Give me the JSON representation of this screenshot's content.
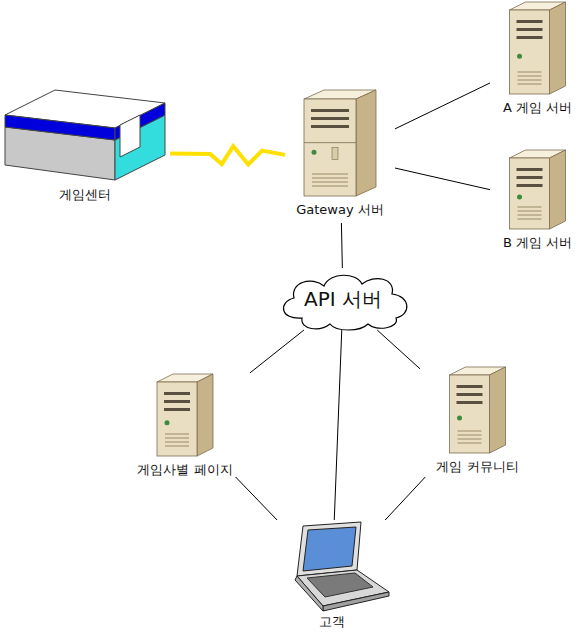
{
  "diagram": {
    "nodes": [
      {
        "text": [
          "게임센터"
        ]
      },
      {
        "text": [
          "Gateway 서버"
        ]
      },
      {
        "text": [
          "A 게임 서버"
        ]
      },
      {
        "text": [
          "B 게임 서버"
        ]
      },
      {
        "text": [
          "API 서버"
        ]
      },
      {
        "text": [
          "게임사별 페이지"
        ]
      },
      {
        "text": [
          "게임 커뮤니티"
        ]
      },
      {
        "text": [
          "고객"
        ]
      }
    ],
    "edges": [
      {
        "from": 0,
        "to": 1,
        "arrow": "none"
      },
      {
        "from": 1,
        "to": 2,
        "arrow": "none"
      },
      {
        "from": 1,
        "to": 3,
        "arrow": "none"
      },
      {
        "from": 1,
        "to": 4,
        "arrow": "none"
      },
      {
        "from": 4,
        "to": 5,
        "arrow": "none"
      },
      {
        "from": 4,
        "to": 6,
        "arrow": "none"
      },
      {
        "from": 4,
        "to": 7,
        "arrow": "none"
      },
      {
        "from": 5,
        "to": 7,
        "arrow": "none"
      },
      {
        "from": 6,
        "to": 7,
        "arrow": "none"
      }
    ]
  }
}
